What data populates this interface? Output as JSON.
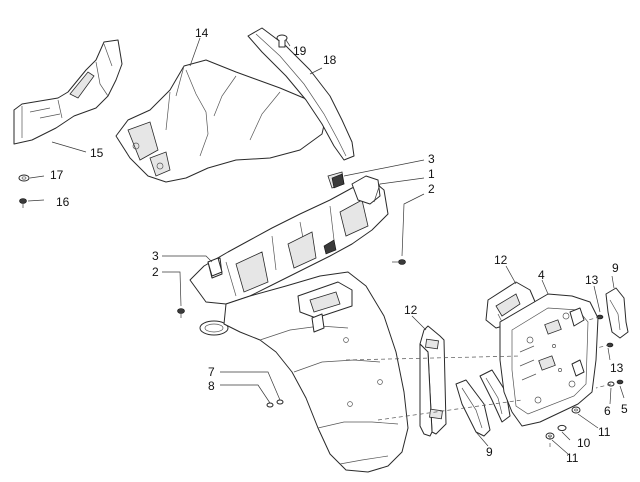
{
  "diagram": {
    "type": "exploded-parts-view",
    "callouts": [
      "14",
      "19",
      "18",
      "15",
      "17",
      "16",
      "3",
      "1",
      "2",
      "3",
      "2",
      "12",
      "4",
      "13",
      "9",
      "12",
      "13",
      "7",
      "8",
      "9",
      "6",
      "5",
      "11",
      "10",
      "11"
    ]
  }
}
